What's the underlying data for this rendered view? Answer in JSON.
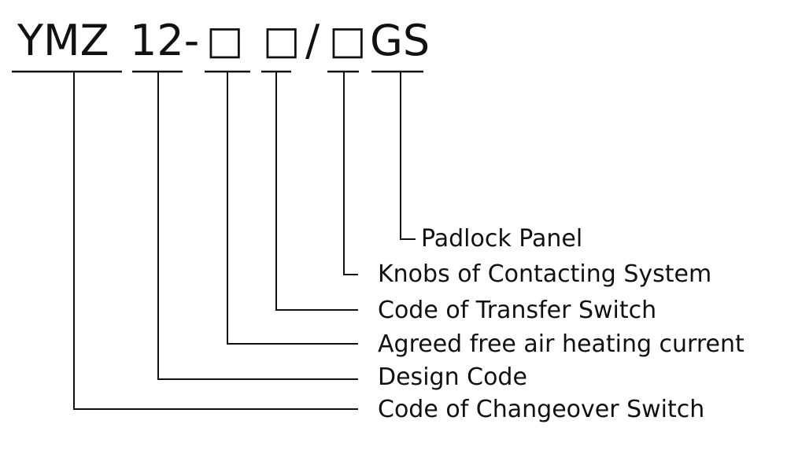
{
  "model": {
    "segments": [
      "YMZ",
      "12-",
      "□",
      "□",
      "/",
      "□",
      "GS"
    ]
  },
  "legend": [
    {
      "key": "padlock",
      "label": "Padlock Panel"
    },
    {
      "key": "knobs",
      "label": "Knobs of Contacting System"
    },
    {
      "key": "transfer",
      "label": "Code of Transfer Switch"
    },
    {
      "key": "current",
      "label": "Agreed free air heating current"
    },
    {
      "key": "design",
      "label": "Design Code"
    },
    {
      "key": "changeover",
      "label": "Code of Changeover Switch"
    }
  ],
  "colors": {
    "ink": "#111111",
    "background": "#ffffff"
  }
}
